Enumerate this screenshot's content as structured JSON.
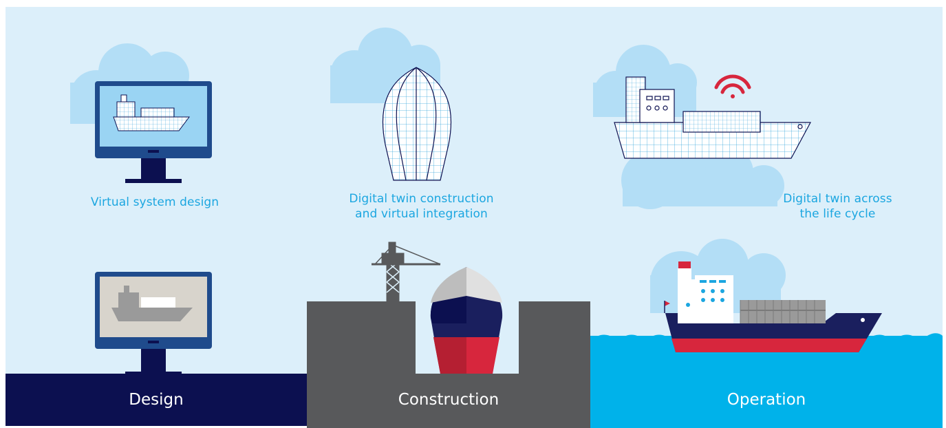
{
  "top_labels": {
    "design": "Virtual system design",
    "construction_line1": "Digital twin construction",
    "construction_line2": "and virtual integration",
    "operation_line1": "Digital twin across",
    "operation_line2": "the life cycle"
  },
  "phases": {
    "design": "Design",
    "construction": "Construction",
    "operation": "Operation"
  },
  "colors": {
    "sky": "#dceffa",
    "cloud": "#b3def6",
    "navy": "#0c1050",
    "construction_gray": "#58595b",
    "sea": "#00b2ea",
    "hull_red": "#d7263d",
    "label_blue": "#1ba6e0",
    "wifi_red": "#d7263d"
  },
  "icons": [
    "monitor-icon",
    "ship-icon",
    "crane-icon",
    "wifi-icon",
    "cloud-icon"
  ]
}
